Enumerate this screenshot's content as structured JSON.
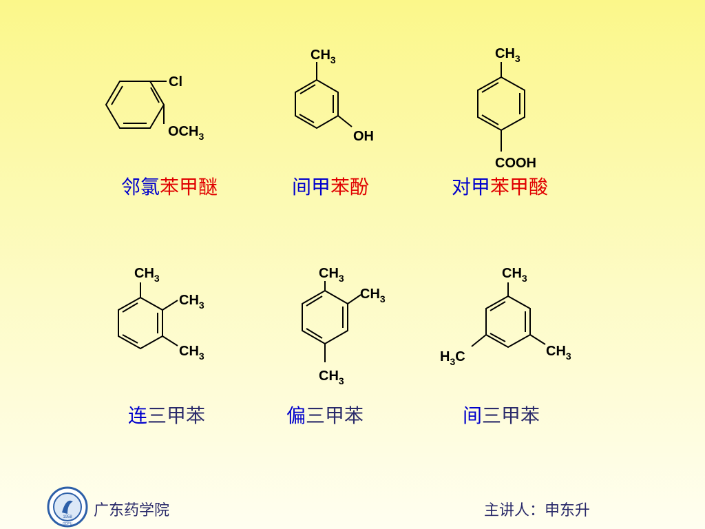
{
  "colors": {
    "prefix": "#0000cc",
    "red": "#e00000",
    "footer": "#2a2a6a"
  },
  "molecules": [
    {
      "labels": [
        "Cl",
        "OCH",
        "3"
      ],
      "name": [
        {
          "text": "邻氯",
          "color": "#0000cc"
        },
        {
          "text": "苯甲醚",
          "color": "#e00000"
        }
      ]
    },
    {
      "labels": [
        "CH",
        "3",
        "OH"
      ],
      "name": [
        {
          "text": "间甲",
          "color": "#0000cc"
        },
        {
          "text": "苯酚",
          "color": "#e00000"
        }
      ]
    },
    {
      "labels": [
        "CH",
        "3",
        "COOH"
      ],
      "name": [
        {
          "text": "对甲",
          "color": "#0000cc"
        },
        {
          "text": "苯甲酸",
          "color": "#e00000"
        }
      ]
    },
    {
      "labels": [
        "CH",
        "3",
        "CH",
        "3",
        "CH",
        "3"
      ],
      "name": [
        {
          "text": "连",
          "color": "#0000cc"
        },
        {
          "text": "三甲苯",
          "color": "#2a2a6a"
        }
      ]
    },
    {
      "labels": [
        "CH",
        "3",
        "CH",
        "3",
        "CH",
        "3"
      ],
      "name": [
        {
          "text": "偏",
          "color": "#0000cc"
        },
        {
          "text": "三甲苯",
          "color": "#2a2a6a"
        }
      ]
    },
    {
      "labels": [
        "CH",
        "3",
        "H",
        "3",
        "C",
        "CH",
        "3"
      ],
      "name": [
        {
          "text": "间",
          "color": "#0000cc"
        },
        {
          "text": "三甲苯",
          "color": "#2a2a6a"
        }
      ]
    }
  ],
  "footer": {
    "institution": "广东药学院",
    "lecturer": "主讲人：申东升"
  },
  "logo": {
    "icon": "university-seal-icon",
    "year": "1958",
    "abbr": "GDPU"
  }
}
